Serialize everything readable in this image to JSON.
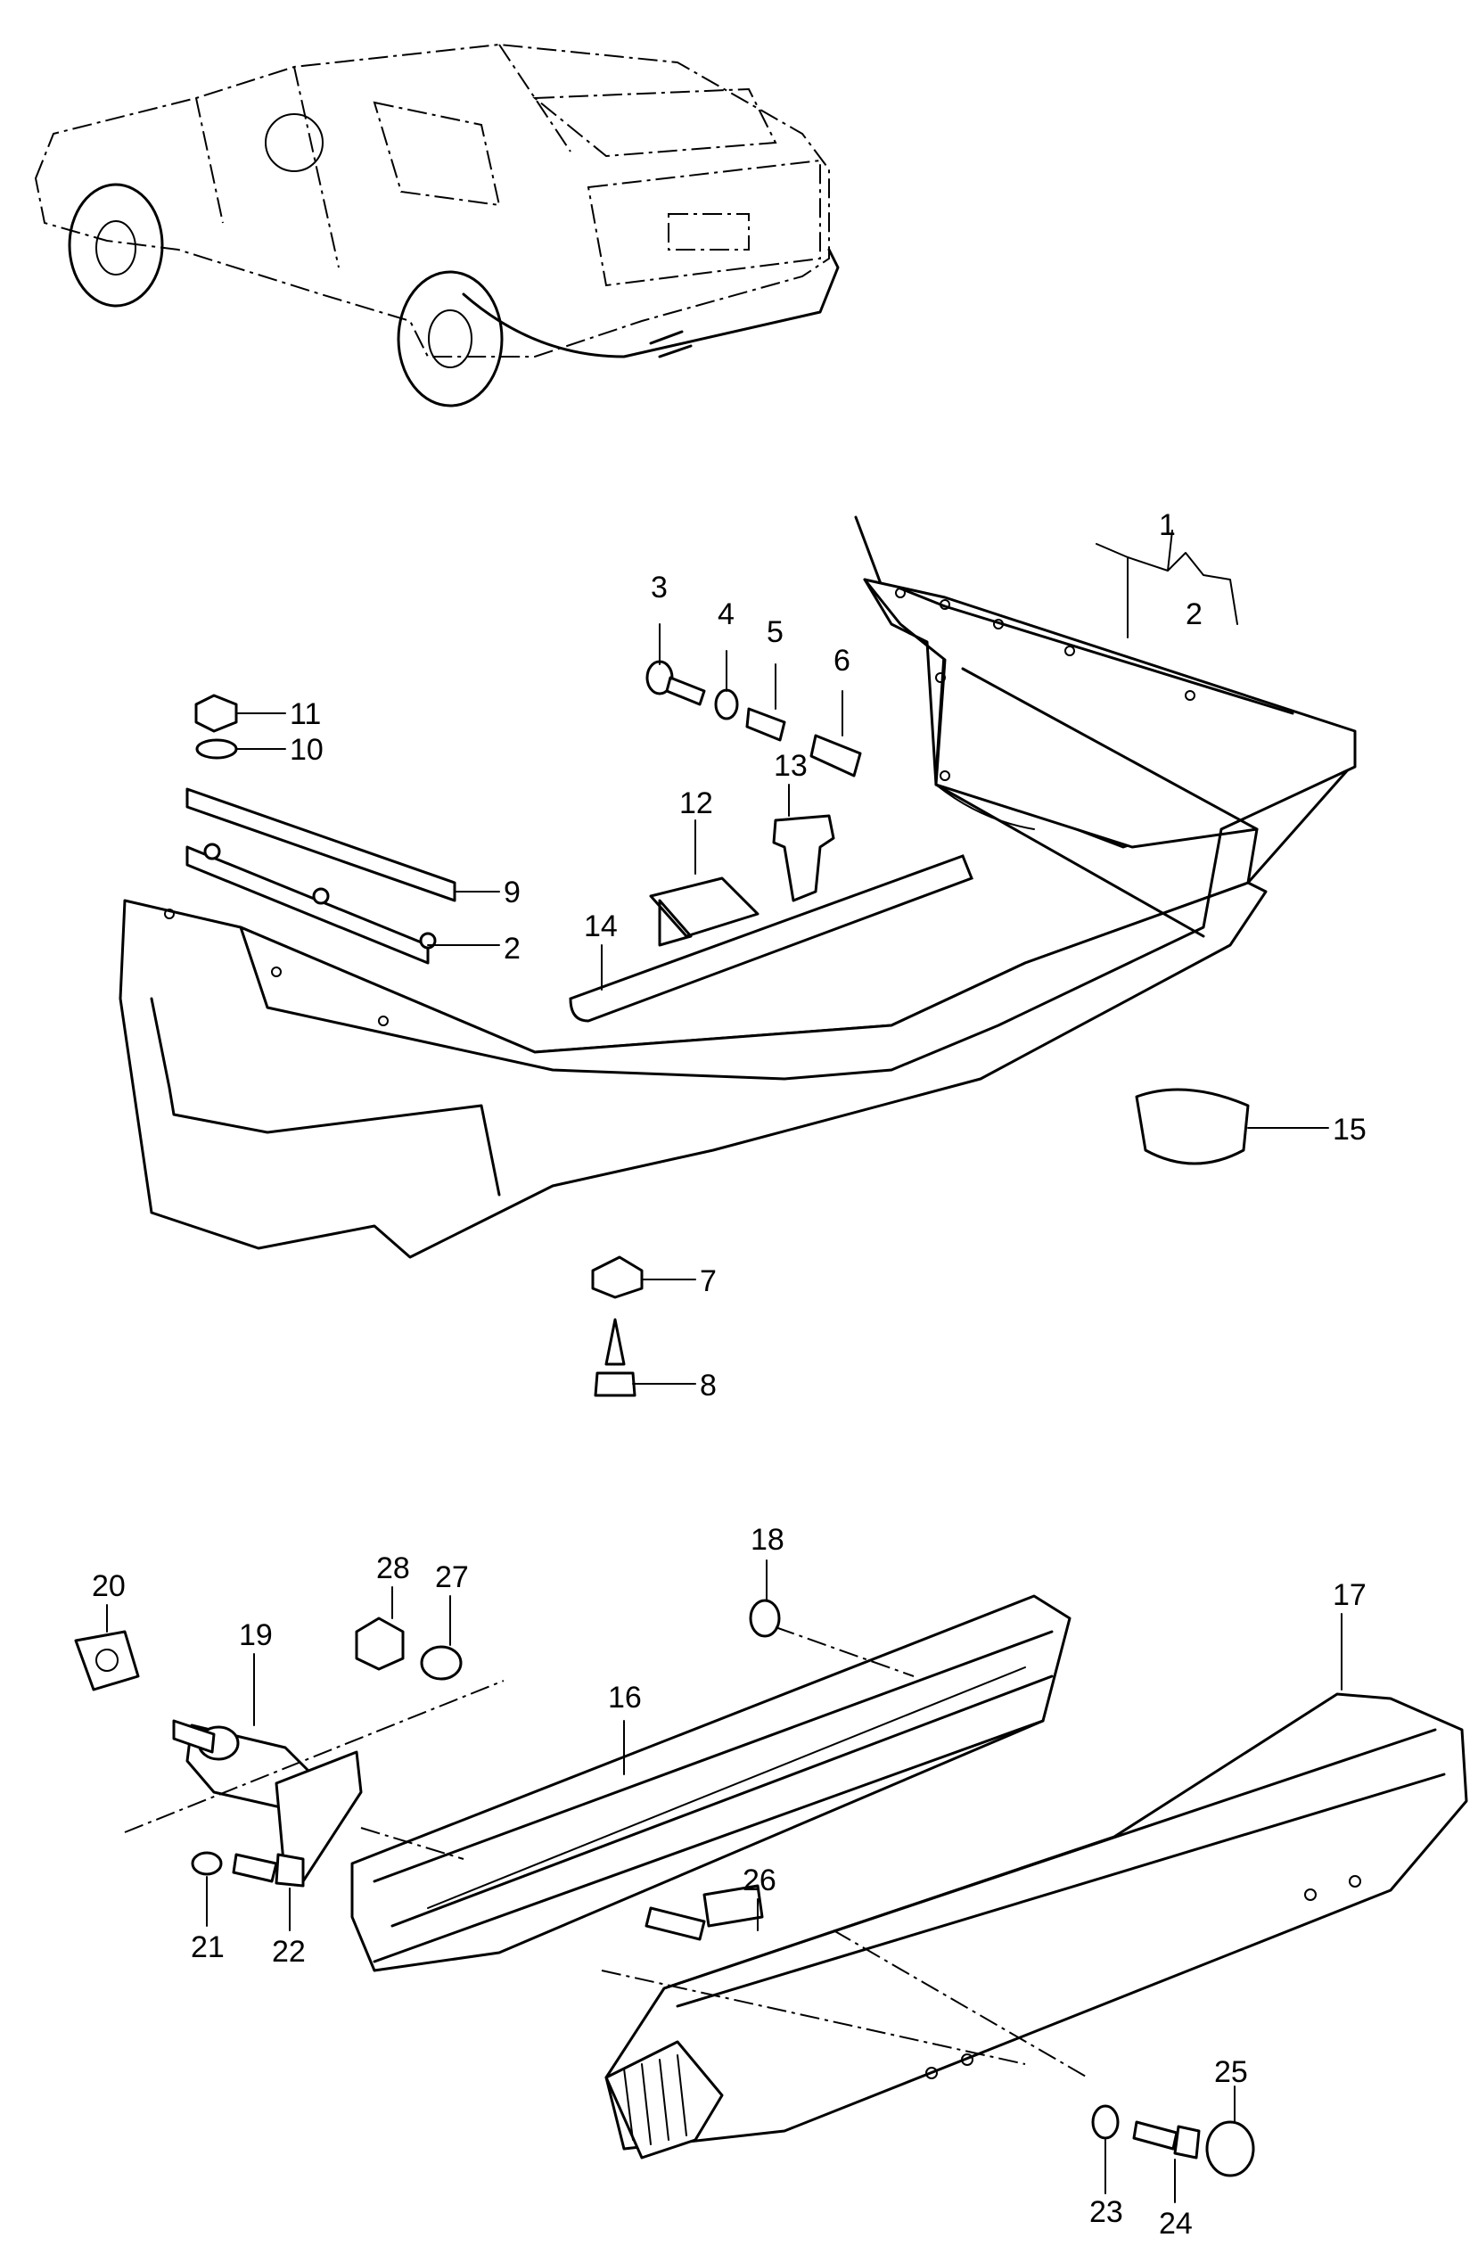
{
  "callouts": {
    "c1": "1",
    "c2a": "2",
    "c2b": "2",
    "c3": "3",
    "c4": "4",
    "c5": "5",
    "c6": "6",
    "c7": "7",
    "c8": "8",
    "c9": "9",
    "c10": "10",
    "c11": "11",
    "c12": "12",
    "c13": "13",
    "c14": "14",
    "c15": "15",
    "c16": "16",
    "c17": "17",
    "c18": "18",
    "c19": "19",
    "c20": "20",
    "c21": "21",
    "c22": "22",
    "c23": "23",
    "c24": "24",
    "c25": "25",
    "c26": "26",
    "c27": "27",
    "c28": "28"
  },
  "icons": {
    "car": "car-overview-icon",
    "bumper_cover": "rear-bumper-cover-icon",
    "bumper_bar": "bumper-bar-icon",
    "bumper_trim": "bumper-trim-icon"
  }
}
